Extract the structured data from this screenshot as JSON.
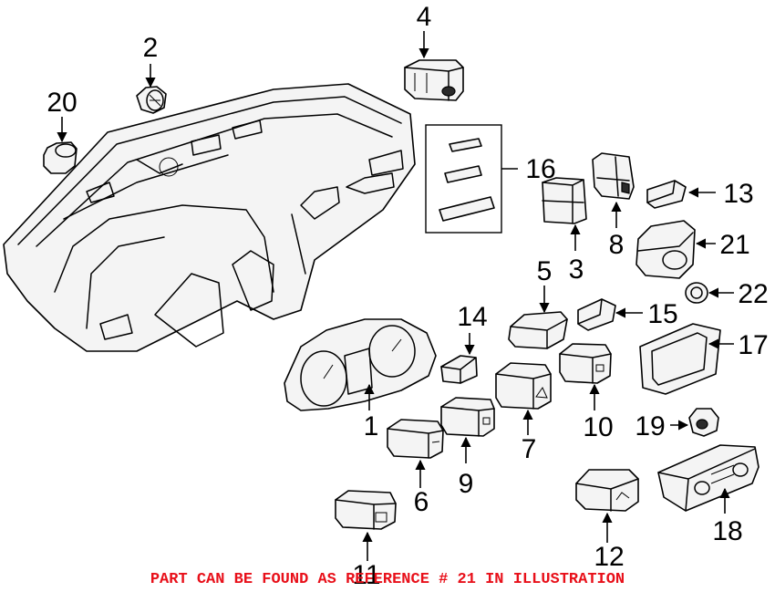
{
  "callouts": {
    "c1": "1",
    "c2": "2",
    "c3": "3",
    "c4": "4",
    "c5": "5",
    "c6": "6",
    "c7": "7",
    "c8": "8",
    "c9": "9",
    "c10": "10",
    "c11": "11",
    "c12": "12",
    "c13": "13",
    "c14": "14",
    "c15": "15",
    "c16": "16",
    "c17": "17",
    "c18": "18",
    "c19": "19",
    "c20": "20",
    "c21": "21",
    "c22": "22"
  },
  "note": "PART CAN BE FOUND AS REFERENCE # 21 IN ILLUSTRATION",
  "colors": {
    "note": "#e8101a",
    "ink": "#000000"
  }
}
